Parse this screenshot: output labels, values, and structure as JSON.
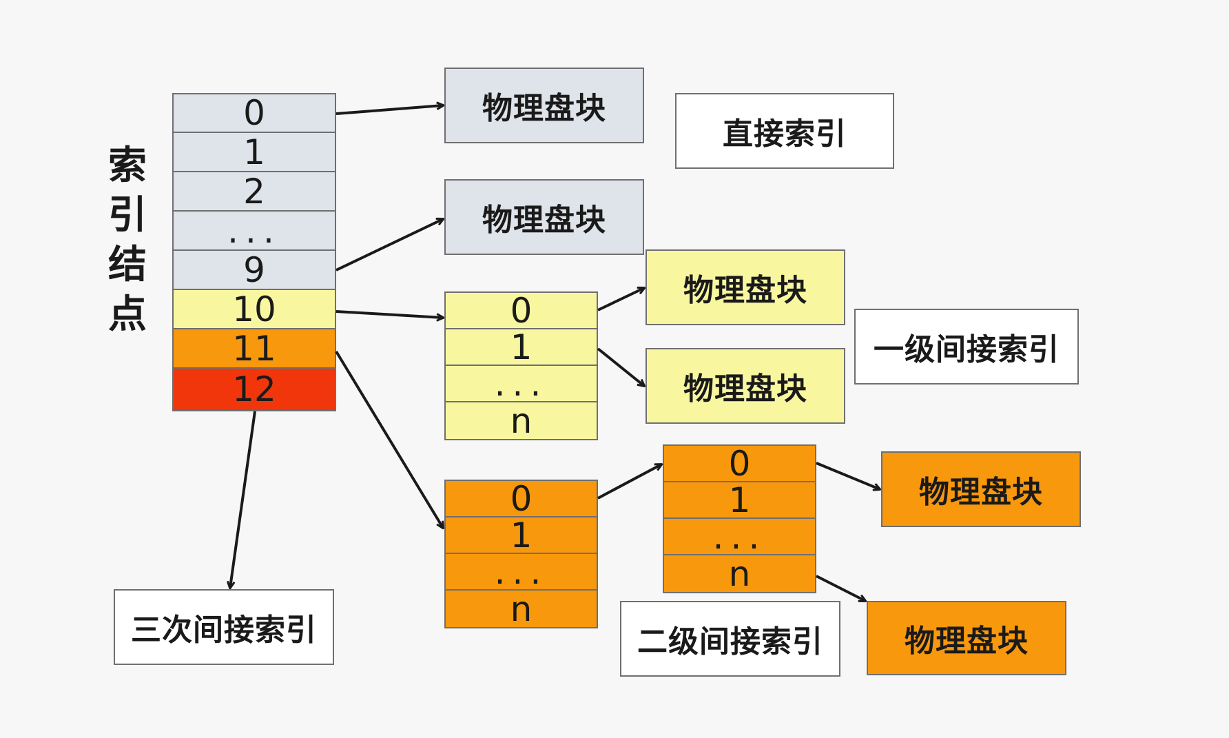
{
  "inode": {
    "label_chars": [
      "索",
      "引",
      "结",
      "点"
    ],
    "cells": [
      {
        "text": "0",
        "color": "grey"
      },
      {
        "text": "1",
        "color": "grey"
      },
      {
        "text": "2",
        "color": "grey"
      },
      {
        "text": "...",
        "color": "grey"
      },
      {
        "text": "9",
        "color": "grey"
      },
      {
        "text": "10",
        "color": "yellow"
      },
      {
        "text": "11",
        "color": "orange"
      },
      {
        "text": "12",
        "color": "red"
      }
    ]
  },
  "direct": {
    "block_a": "物理盘块",
    "block_b": "物理盘块",
    "label": "直接索引"
  },
  "single_indirect": {
    "cells": [
      "0",
      "1",
      "...",
      "n"
    ],
    "block_a": "物理盘块",
    "block_b": "物理盘块",
    "label": "一级间接索引"
  },
  "double_indirect": {
    "first_level_cells": [
      "0",
      "1",
      "...",
      "n"
    ],
    "second_level_cells": [
      "0",
      "1",
      "...",
      "n"
    ],
    "block_a": "物理盘块",
    "block_b": "物理盘块",
    "label": "二级间接索引"
  },
  "triple_indirect": {
    "label": "三次间接索引"
  },
  "colors": {
    "grey": "#dfe3ea",
    "yellow": "#f8f7a0",
    "orange": "#f8980d",
    "red": "#f2360c",
    "border": "#6f6f6f",
    "arrow": "#1a1a1a"
  }
}
